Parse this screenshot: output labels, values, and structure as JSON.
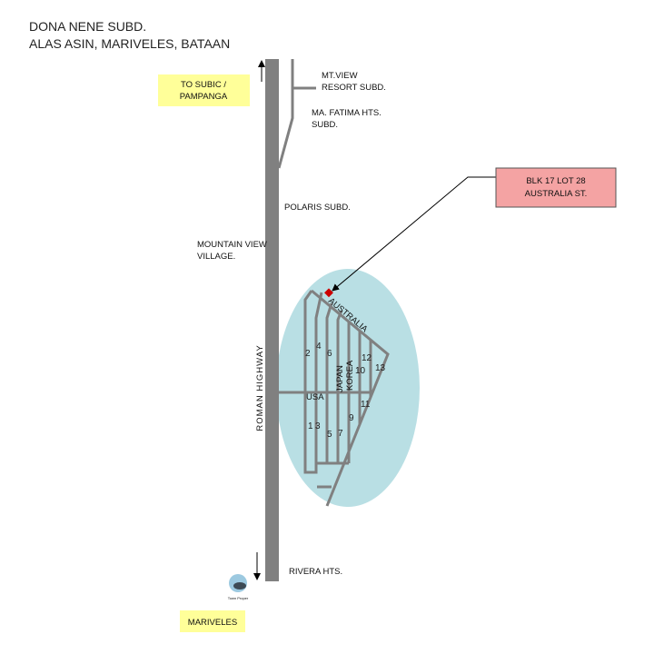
{
  "title": {
    "line1": "DONA NENE SUBD.",
    "line2": "ALAS ASIN, MARIVELES, BATAAN"
  },
  "colors": {
    "highway": "#808080",
    "subdivision_area": "#b9dfe4",
    "destination_box": "#ffff99",
    "target_box": "#f4a3a3",
    "target_marker": "#cc0000"
  },
  "destinations": {
    "north": {
      "line1": "TO SUBIC /",
      "line2": "PAMPANGA"
    },
    "south": "MARIVELES"
  },
  "target": {
    "line1": "BLK 17 LOT 28",
    "line2": "AUSTRALIA ST."
  },
  "highway_label": "ROMAN HIGHWAY",
  "landmarks": {
    "mt_view": {
      "line1": "MT.VIEW",
      "line2": "RESORT SUBD."
    },
    "fatima": {
      "line1": "MA. FATIMA HTS.",
      "line2": "SUBD."
    },
    "polaris": "POLARIS SUBD.",
    "mountain_view": {
      "line1": "MOUNTAIN VIEW",
      "line2": "VILLAGE."
    },
    "rivera": "RIVERA HTS."
  },
  "streets": {
    "australia": "AUSTRALIA",
    "usa": "USA",
    "japan": "JAPAN",
    "korea": "KOREA"
  },
  "blocks": [
    "1",
    "2",
    "3",
    "4",
    "5",
    "6",
    "7",
    "9",
    "10",
    "11",
    "12",
    "13"
  ],
  "logo_text": "Town Proper"
}
